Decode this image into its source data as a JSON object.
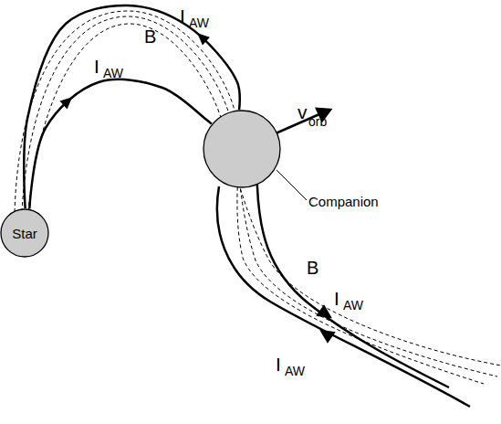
{
  "diagram": {
    "nodes": [
      {
        "text": [
          "Star"
        ]
      },
      {
        "text": [
          "Companion"
        ]
      }
    ],
    "edges": [
      {
        "from": 0,
        "to": 1,
        "arrow": "to"
      },
      {
        "from": 1,
        "to": 0,
        "arrow": "to"
      }
    ],
    "labels": [
      "I",
      "AW",
      "B",
      "I",
      "AW",
      "v",
      "orb",
      "B",
      "I",
      "AW",
      "I",
      "AW"
    ]
  }
}
